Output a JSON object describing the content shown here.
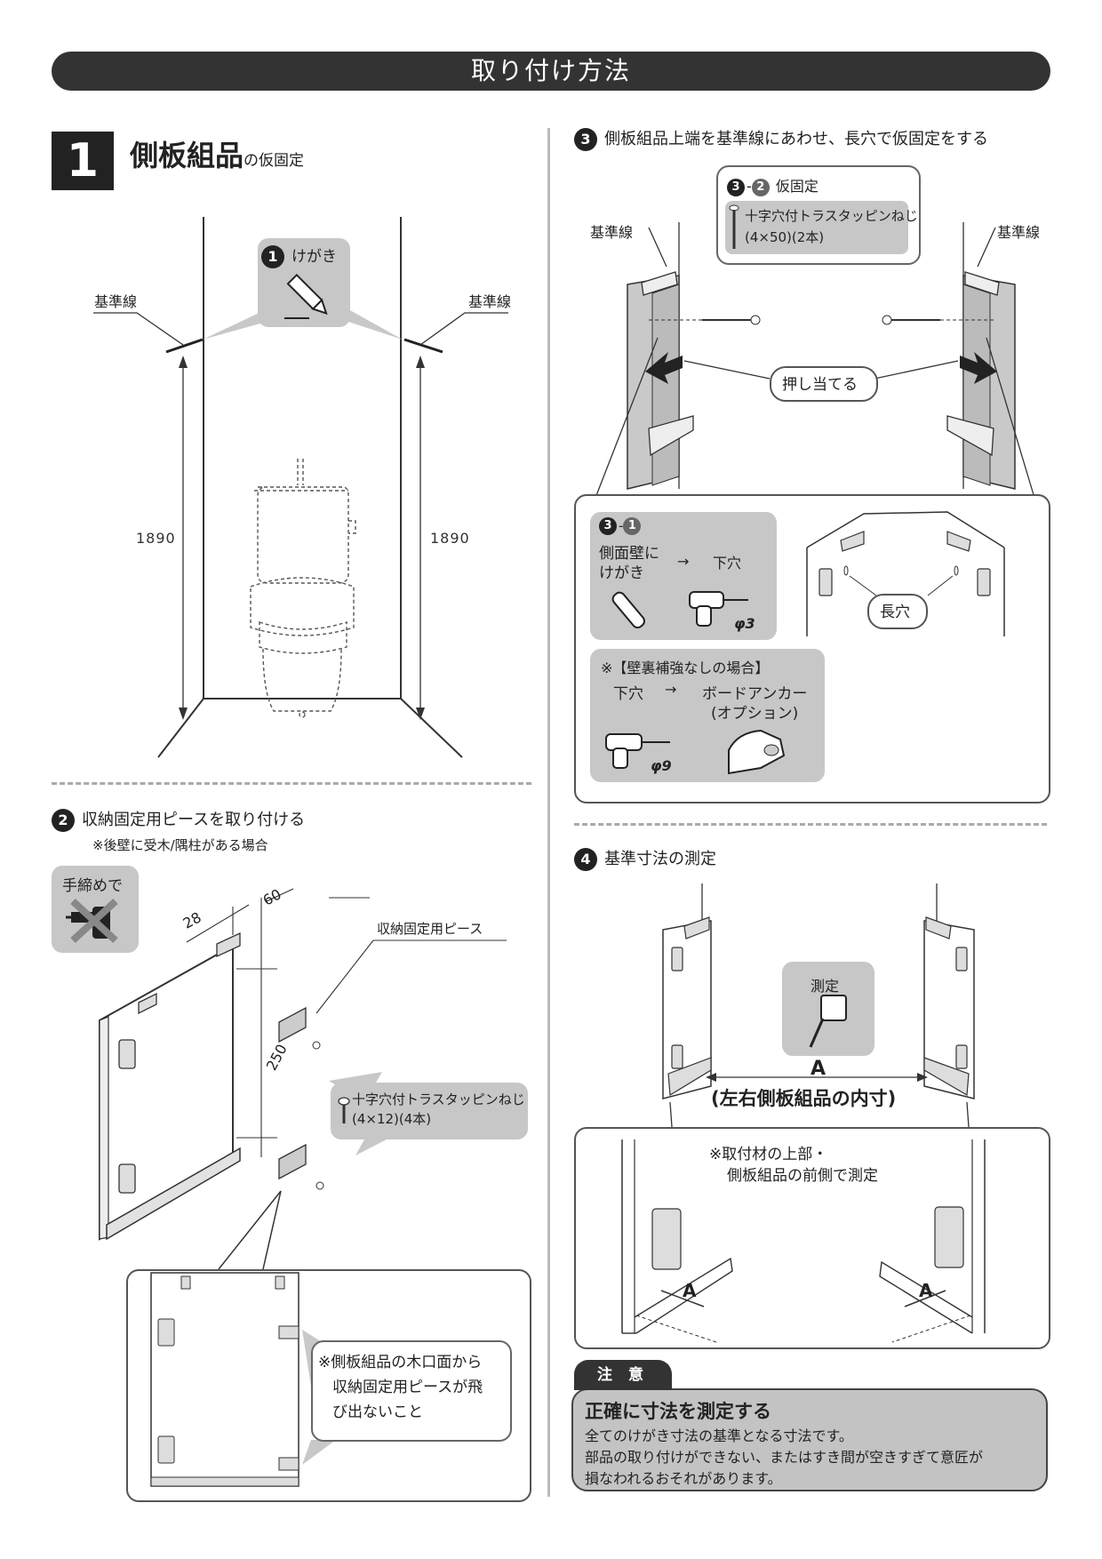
{
  "header": {
    "title": "取り付け方法"
  },
  "step1": {
    "number": "1",
    "title_main": "側板組品",
    "title_sub": "の仮固定",
    "marking_num": "1",
    "marking_label": "けがき",
    "ref_line_left": "基準線",
    "ref_line_right": "基準線",
    "dim_left": "1890",
    "dim_right": "1890"
  },
  "step2": {
    "num": "2",
    "title": "収納固定用ピースを取り付ける",
    "note": "※後壁に受木/隅柱がある場合",
    "hand_tighten": "手締めで",
    "dim_28": "28",
    "dim_60": "60",
    "dim_250": "250",
    "piece_label": "収納固定用ピース",
    "screw_line1": "十字穴付トラスタッピンねじ",
    "screw_line2": "(4×12)(4本)",
    "warning_line1": "※側板組品の木口面から",
    "warning_line2": "収納固定用ピースが飛",
    "warning_line3": "び出ないこと"
  },
  "step3": {
    "num": "3",
    "title": "側板組品上端を基準線にあわせ、長穴で仮固定をする",
    "sub_a": "3",
    "sub_b": "2",
    "sub_title": "仮固定",
    "screw_line1": "十字穴付トラスタッピンねじ",
    "screw_line2": "(4×50)(2本)",
    "ref_line_left": "基準線",
    "ref_line_right": "基準線",
    "press": "押し当てる",
    "s1_a": "3",
    "s1_b": "1",
    "s1_text1": "側面壁に",
    "s1_text2": "けがき",
    "arrow": "→",
    "pilot_hole": "下穴",
    "dia3": "φ3",
    "slot": "長穴",
    "no_reinforce": "※【壁裏補強なしの場合】",
    "pilot_hole2": "下穴",
    "arrow2": "→",
    "anchor": "ボードアンカー",
    "option": "(オプション)",
    "dia9": "φ9"
  },
  "step4": {
    "num": "4",
    "title": "基準寸法の測定",
    "measure": "測定",
    "a_label": "A",
    "a_desc": "(左右側板組品の内寸)",
    "note_line1": "※取付材の上部・",
    "note_line2": "側板組品の前側で測定",
    "a_left": "A",
    "a_right": "A"
  },
  "caution": {
    "tab": "注 意",
    "heading": "正確に寸法を測定する",
    "line1": "全てのけがき寸法の基準となる寸法です。",
    "line2": "部品の取り付けができない、またはすき間が空きすぎて意匠が",
    "line3": "損なわれるおそれがあります。"
  }
}
